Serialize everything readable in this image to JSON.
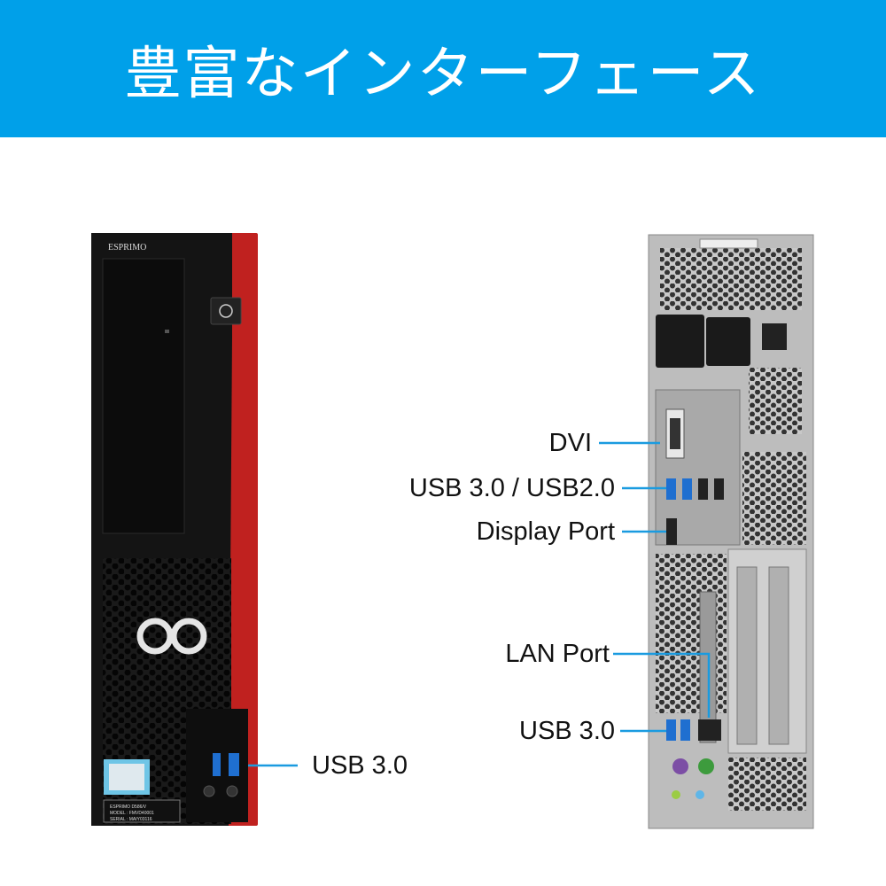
{
  "header": {
    "title": "豊富なインターフェース",
    "background": "#00a0e9"
  },
  "front": {
    "brand": "ESPRIMO",
    "sticker_lines": [
      "ESPRIMO D586/V",
      "MODEL : FMVD40001",
      "SERIAL : MAIY03116"
    ],
    "callouts": [
      {
        "label": "USB 3.0"
      }
    ]
  },
  "back": {
    "callouts": [
      {
        "label": "DVI"
      },
      {
        "label": "USB 3.0 / USB2.0"
      },
      {
        "label": "Display Port"
      },
      {
        "label": "LAN Port"
      },
      {
        "label": "USB 3.0"
      }
    ]
  },
  "colors": {
    "accent": "#00a0e9",
    "callout_line": "#1a9be0",
    "chassis_red": "#c0211f"
  }
}
